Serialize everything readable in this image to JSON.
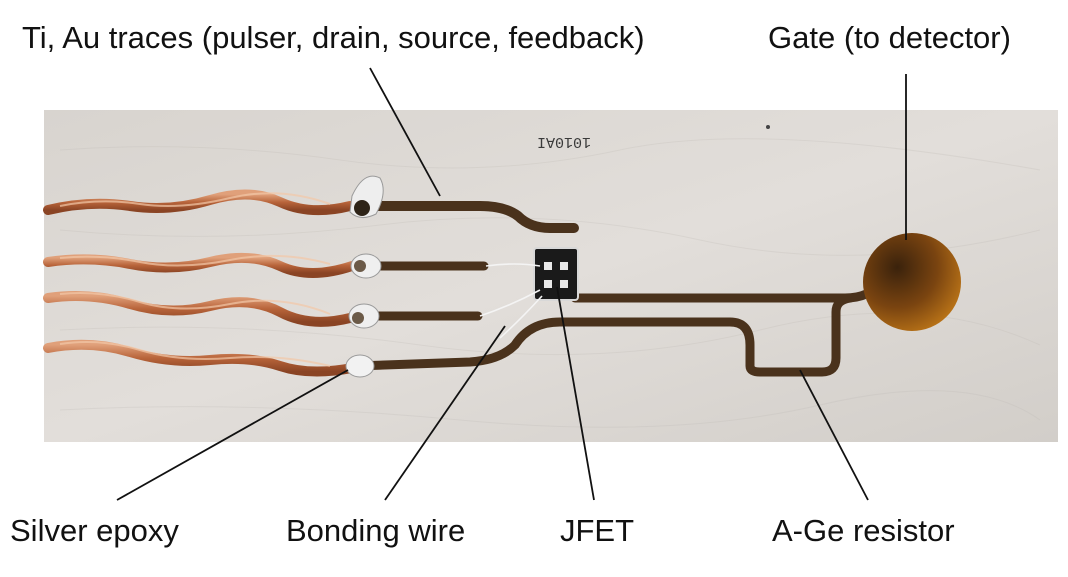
{
  "labels": {
    "traces": "Ti, Au traces (pulser, drain, source, feedback)",
    "gate": "Gate (to detector)",
    "silver_epoxy": "Silver epoxy",
    "bonding_wire": "Bonding wire",
    "jfet": "JFET",
    "resistor": "A-Ge resistor"
  },
  "chip_marking": "1010AI",
  "colors": {
    "substrate": "#dcd8d3",
    "trace": "#4a321c",
    "gold_pad": "#b56a12",
    "copper_wire": "#c7784a",
    "epoxy": "#f0f0f0",
    "leader": "#111111"
  }
}
